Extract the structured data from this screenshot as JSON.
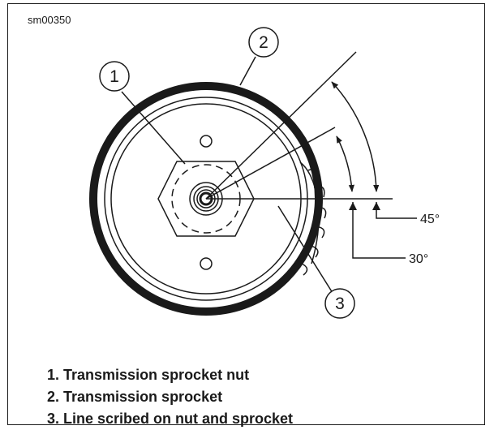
{
  "figure_ref": "sm00350",
  "callouts": [
    {
      "number": "1"
    },
    {
      "number": "2"
    },
    {
      "number": "3"
    }
  ],
  "angles": {
    "large": "45°",
    "small": "30°"
  },
  "legend": [
    "1. Transmission sprocket nut",
    "2. Transmission sprocket",
    "3. Line scribed on nut and sprocket"
  ],
  "colors": {
    "line": "#1a1a1a",
    "background": "#ffffff"
  }
}
